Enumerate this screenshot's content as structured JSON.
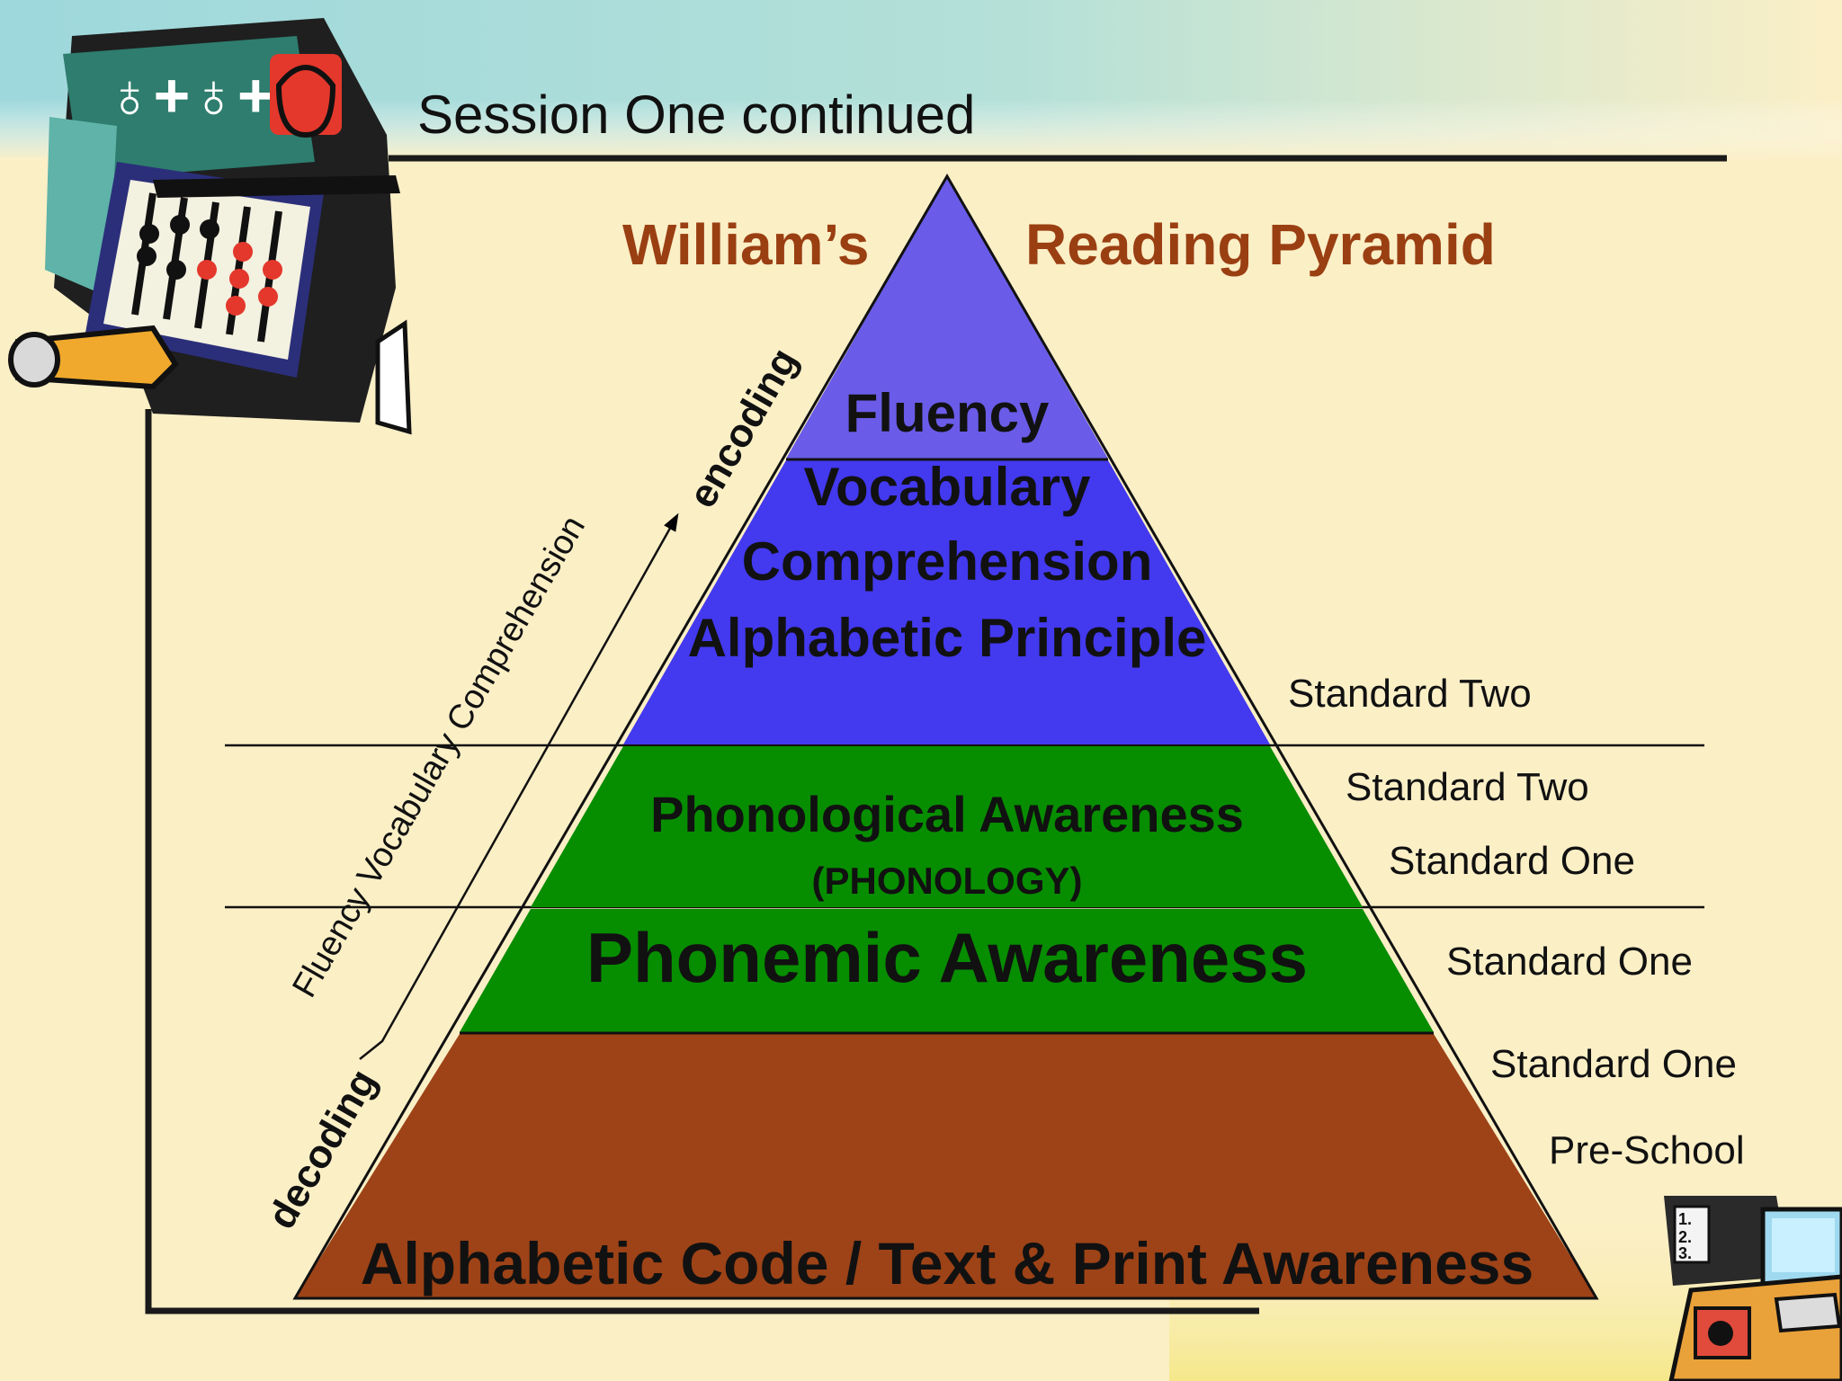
{
  "slide": {
    "header": "Session One continued",
    "title_left": "William’s",
    "title_right": "Reading Pyramid",
    "colors": {
      "background": "#fbefc6",
      "header_band": "#a7dcdc",
      "title": "#9a3f12",
      "tier_top": "#6a5ce8",
      "tier_blue": "#4339ef",
      "tier_green": "#078d00",
      "tier_brown": "#9d4317"
    }
  },
  "pyramid": {
    "top_tier": [
      "Fluency"
    ],
    "blue_tier": [
      "Vocabulary",
      "Comprehension",
      "Alphabetic Principle"
    ],
    "phonological": {
      "main": "Phonological Awareness",
      "sub": "(PHONOLOGY)"
    },
    "phonemic": "Phonemic Awareness",
    "base": "Alphabetic  Code / Text & Print Awareness"
  },
  "standards": [
    "Standard Two",
    "Standard Two",
    "Standard One",
    "Standard One",
    "Standard One",
    "Pre-School"
  ],
  "arrow": {
    "start_label": "decoding",
    "middle_label": "Fluency Vocabulary Comprehension",
    "end_label": "encoding"
  },
  "clipart": {
    "top_left": "school-supplies-clipart",
    "bottom_right": "computer-desk-clipart"
  }
}
